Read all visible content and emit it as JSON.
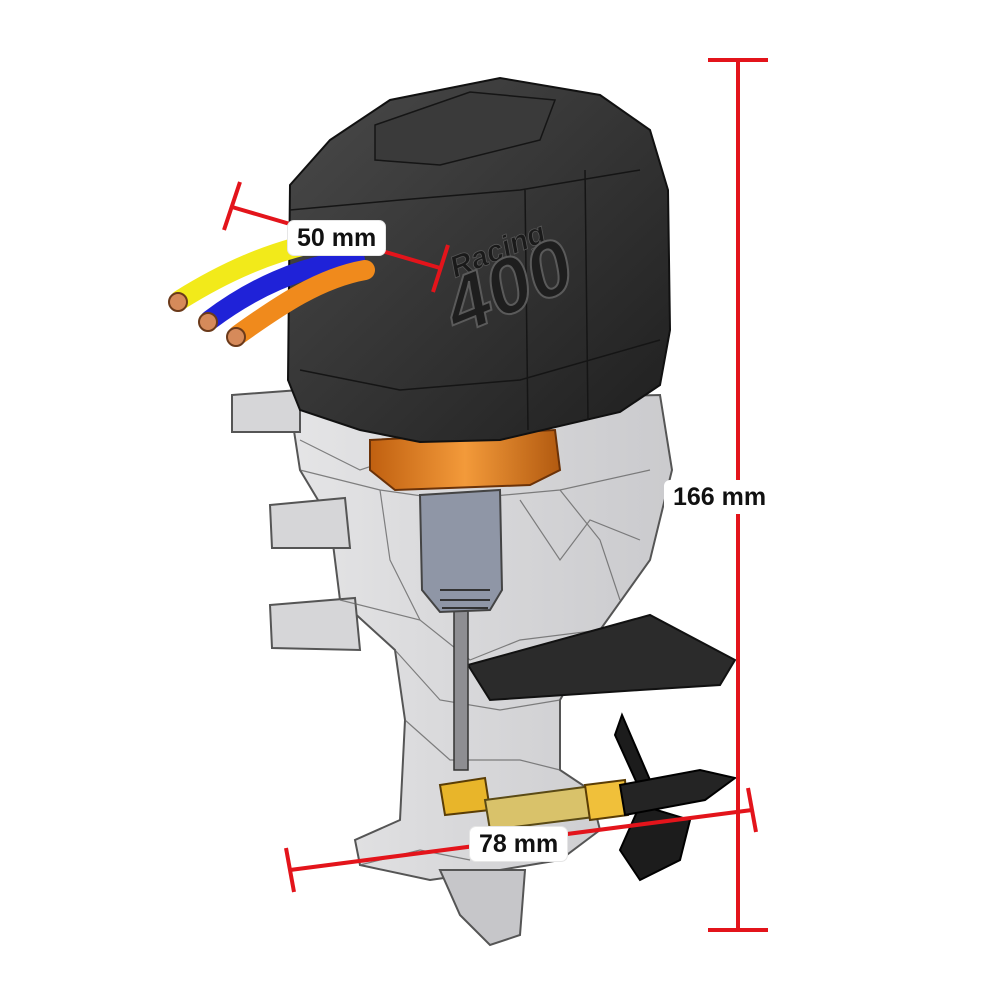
{
  "dimensions": {
    "width_label": "50 mm",
    "height_label": "166 mm",
    "depth_label": "78 mm"
  },
  "cowl": {
    "brand_text": "Racing",
    "model_text": "400"
  },
  "wires": {
    "colors": [
      "#f2ea1a",
      "#1f22d8",
      "#f08a1c"
    ]
  },
  "colors": {
    "dimension_line": "#e3141b",
    "cowl": "#2e2e2e",
    "coupler": "#e07a16",
    "transparent_housing": "#d4d4d6",
    "fitting": "#e8b52a"
  }
}
